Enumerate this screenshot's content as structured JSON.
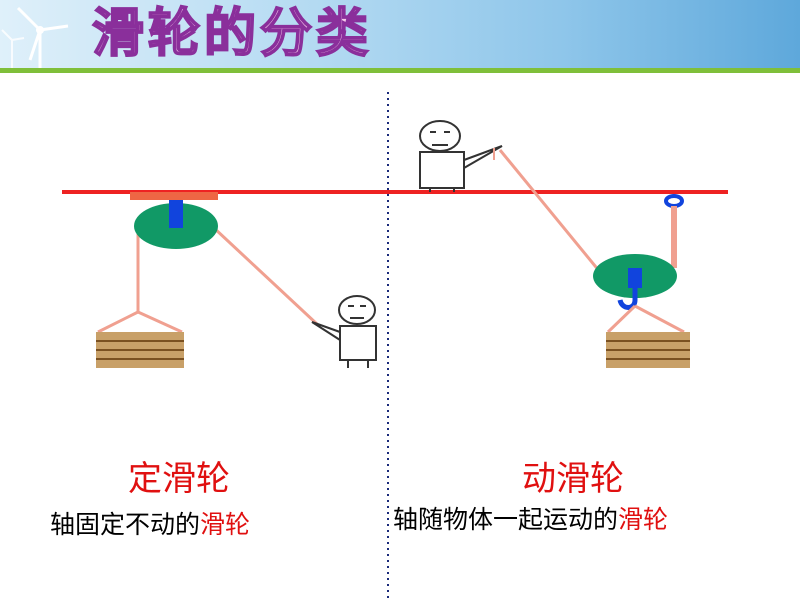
{
  "title": "滑轮的分类",
  "colors": {
    "beam": "#ee2222",
    "pulley": "#119966",
    "axle": "#1144dd",
    "rope": "#f0a090",
    "box": "#c8a068",
    "highlight": "#e01010",
    "header_strip": "#7fbf3a"
  },
  "fixed_pulley": {
    "name": "定滑轮",
    "desc_plain": "轴固定不动的",
    "desc_red": "滑轮"
  },
  "movable_pulley": {
    "name": "动滑轮",
    "desc_plain": "轴随物体一起运动的",
    "desc_red": "滑轮"
  },
  "icons": [
    "windmill-icon",
    "stick-figure-icon",
    "crate-icon",
    "hook-icon"
  ]
}
